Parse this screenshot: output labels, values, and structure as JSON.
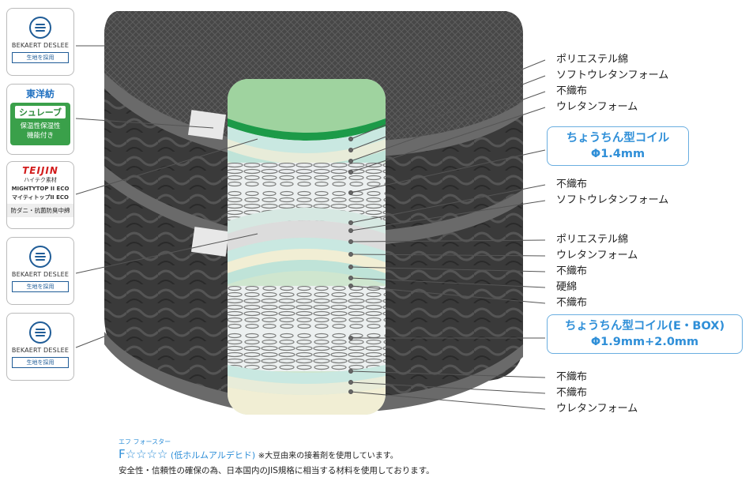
{
  "badges": {
    "bekaert_top": {
      "name": "BEKAERT DESLEE",
      "tag": "生地を採用"
    },
    "toyobo": {
      "brand": "東洋紡",
      "product": "シュレーブ",
      "line1": "保温性保湿性",
      "line2": "機能付き"
    },
    "teijin": {
      "brand": "TEIJIN",
      "sub": "ハイテク素材",
      "product1": "MIGHTYTOP II ECO",
      "product2": "マイティトップII ECO",
      "foot": "防ダニ・抗菌防臭中綿"
    },
    "bekaert_mid": {
      "name": "BEKAERT DESLEE",
      "tag": "生地を採用"
    },
    "bekaert_bot": {
      "name": "BEKAERT DESLEE",
      "tag": "生地を採用"
    }
  },
  "layers": [
    "ポリエステル綿",
    "ソフトウレタンフォーム",
    "不織布",
    "ウレタンフォーム",
    "不織布",
    "ソフトウレタンフォーム",
    "ポリエステル綿",
    "ウレタンフォーム",
    "不織布",
    "硬綿",
    "不織布",
    "不織布",
    "不織布",
    "ウレタンフォーム"
  ],
  "coil_upper": {
    "name": "ちょうちん型コイル",
    "spec": "Φ1.4mm"
  },
  "coil_lower": {
    "name": "ちょうちん型コイル(E・BOX)",
    "spec": "Φ1.9mm+2.0mm"
  },
  "footer": {
    "ruby": "エフ フォースター",
    "rating": "F☆☆☆☆",
    "rating_note": "(低ホルムアルデヒド)",
    "adhesive_note": "※大豆由来の接着剤を使用しています。",
    "safety_note": "安全性・信頼性の確保の為、日本国内のJIS規格に相当する材料を使用しております。"
  },
  "colors": {
    "accent": "#2f8fd8",
    "green": "#3aa04a",
    "teijin_red": "#d21c1c",
    "bekaert_blue": "#1f5c97"
  }
}
